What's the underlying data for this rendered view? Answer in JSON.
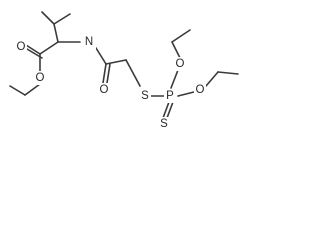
{
  "diagram": {
    "type": "skeletal-structure",
    "atoms": {
      "ester_o_left": "O",
      "amide_n": "N",
      "carbonyl_o_amide": "O",
      "thioether_s": "S",
      "phosphorus": "P",
      "ethoxy_o_upper": "O",
      "ethoxy_o_right": "O",
      "thiono_s": "S",
      "ester_o_carbonyl": "O"
    }
  }
}
